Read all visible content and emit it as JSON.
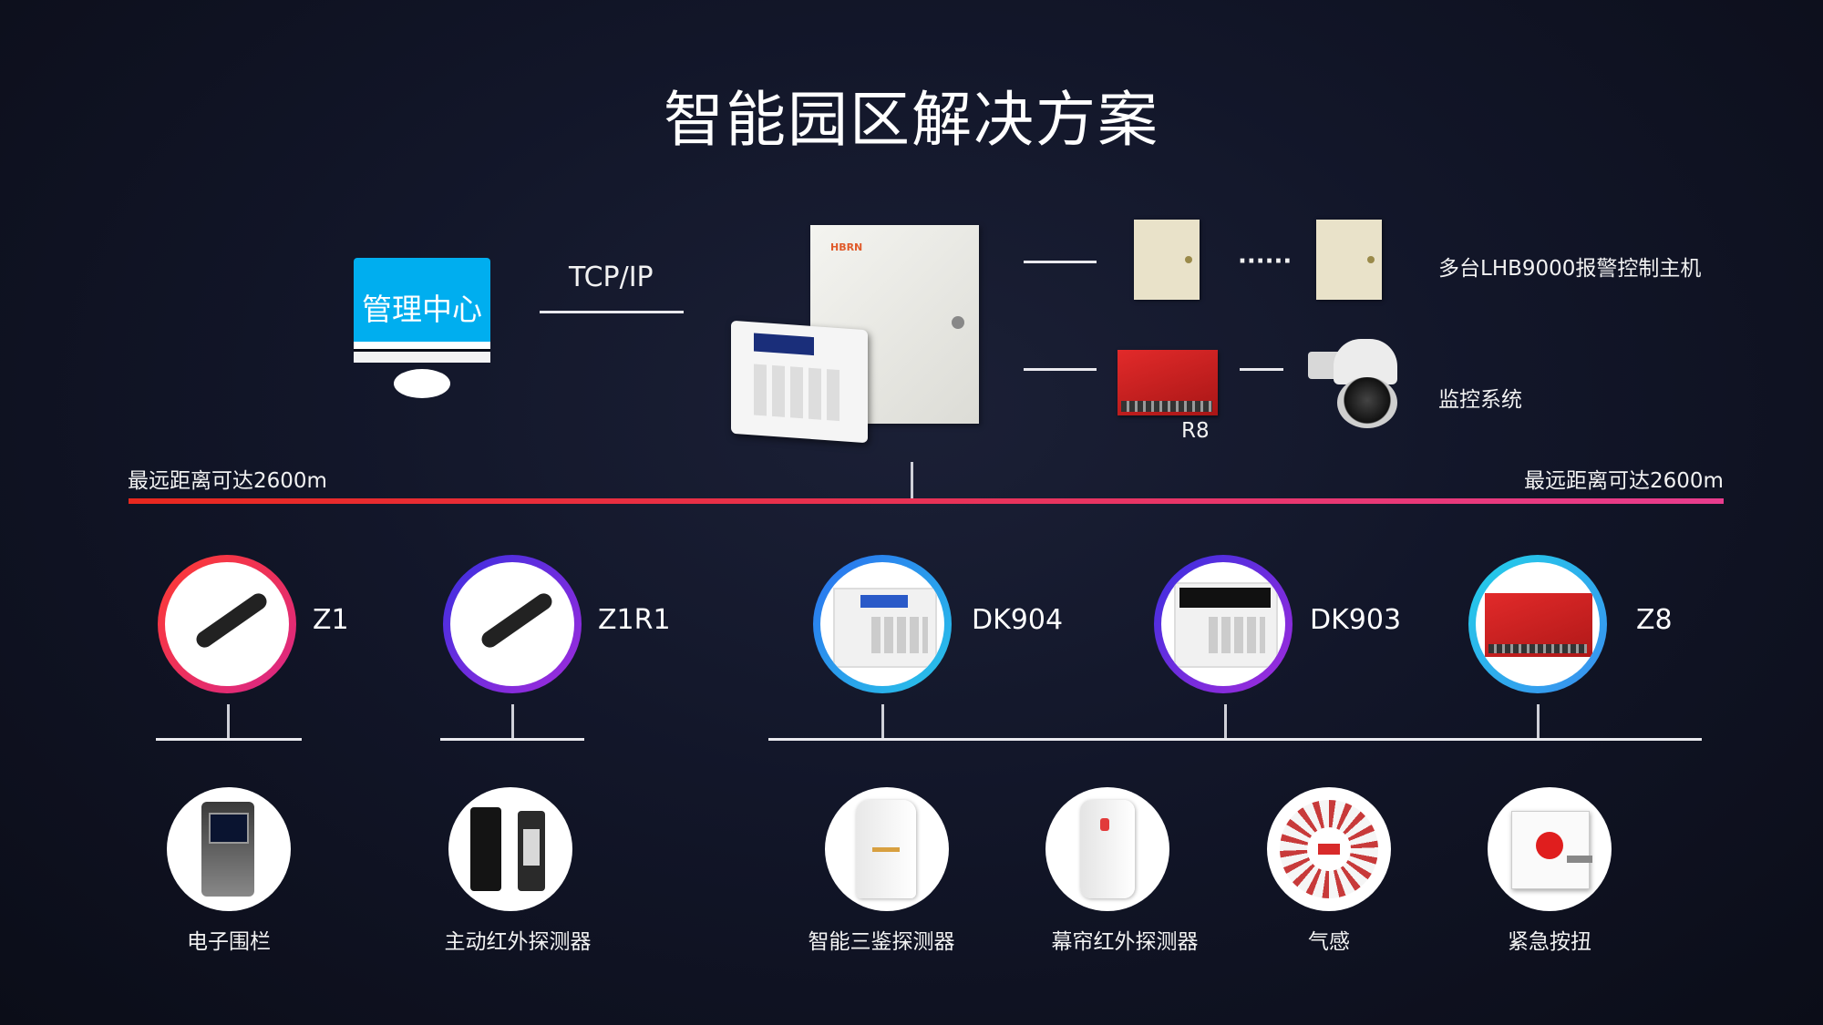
{
  "title": "智能园区解决方案",
  "top": {
    "mgmt_label": "管理中心",
    "protocol": "TCP/IP",
    "hosts_label": "多台LHB9000报警控制主机",
    "monitor_label": "监控系统",
    "r8_label": "R8",
    "dots": "······",
    "panel_brand": "HBRN"
  },
  "bus": {
    "left_text": "最远距离可达2600m",
    "right_text": "最远距离可达2600m",
    "colors": [
      "#e8281e",
      "#e83c8e"
    ]
  },
  "modules": [
    {
      "code": "Z1",
      "ring_color": "#e8323c"
    },
    {
      "code": "Z1R1",
      "ring_color": "#6a2ee0"
    },
    {
      "code": "DK904",
      "ring_color": "#2a8ff0"
    },
    {
      "code": "DK903",
      "ring_color": "#6a2ee0"
    },
    {
      "code": "Z8",
      "ring_color": "#29c7e8"
    }
  ],
  "devices": [
    {
      "label": "电子围栏"
    },
    {
      "label": "主动红外探测器"
    },
    {
      "label": "智能三鉴探测器"
    },
    {
      "label": "幕帘红外探测器"
    },
    {
      "label": "气感"
    },
    {
      "label": "紧急按扭"
    }
  ],
  "colors": {
    "mgmt_blue": "#00aeef"
  }
}
